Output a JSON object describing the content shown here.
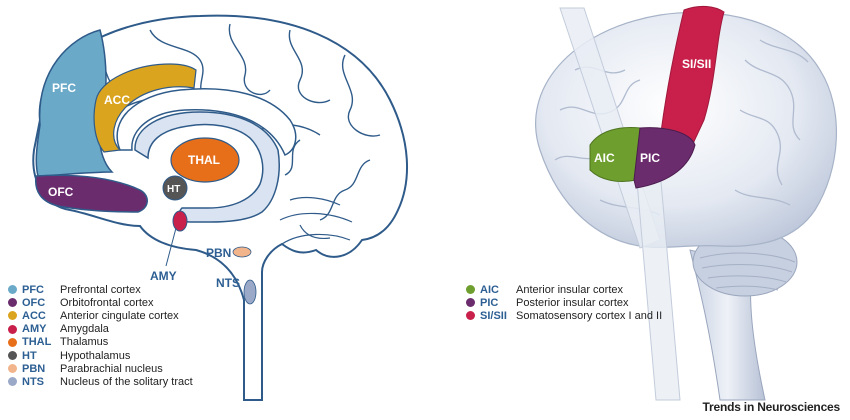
{
  "left_diagram": {
    "region_labels": {
      "pfc": "PFC",
      "acc": "ACC",
      "thal": "THAL",
      "ht": "HT",
      "ofc": "OFC",
      "amy": "AMY",
      "pbn": "PBN",
      "nts": "NTS"
    },
    "legend": [
      {
        "abbr": "PFC",
        "name": "Prefrontal cortex",
        "color": "#6ba9c9"
      },
      {
        "abbr": "OFC",
        "name": "Orbitofrontal cortex",
        "color": "#6b2c6e"
      },
      {
        "abbr": "ACC",
        "name": "Anterior cingulate cortex",
        "color": "#dba41f"
      },
      {
        "abbr": "AMY",
        "name": "Amygdala",
        "color": "#c8204a"
      },
      {
        "abbr": "THAL",
        "name": "Thalamus",
        "color": "#e86f1a"
      },
      {
        "abbr": "HT",
        "name": "Hypothalamus",
        "color": "#555555"
      },
      {
        "abbr": "PBN",
        "name": "Parabrachial nucleus",
        "color": "#f2b48a"
      },
      {
        "abbr": "NTS",
        "name": "Nucleus of the solitary tract",
        "color": "#9aa9c8"
      }
    ]
  },
  "right_diagram": {
    "region_labels": {
      "si_sii": "SI/SII",
      "aic": "AIC",
      "pic": "PIC"
    },
    "legend": [
      {
        "abbr": "AIC",
        "name": "Anterior insular cortex",
        "color": "#6e9e2e"
      },
      {
        "abbr": "PIC",
        "name": "Posterior insular cortex",
        "color": "#6b2c6e"
      },
      {
        "abbr": "SI/SII",
        "name": "Somatosensory cortex I and II",
        "color": "#c8204a"
      }
    ]
  },
  "colors": {
    "outline": "#2f5b8a",
    "brain_fill": "#ffffff",
    "ventricle": "#d9e3f1",
    "lateral_brain": "#dfe5ef"
  },
  "footer": "Trends in Neurosciences"
}
